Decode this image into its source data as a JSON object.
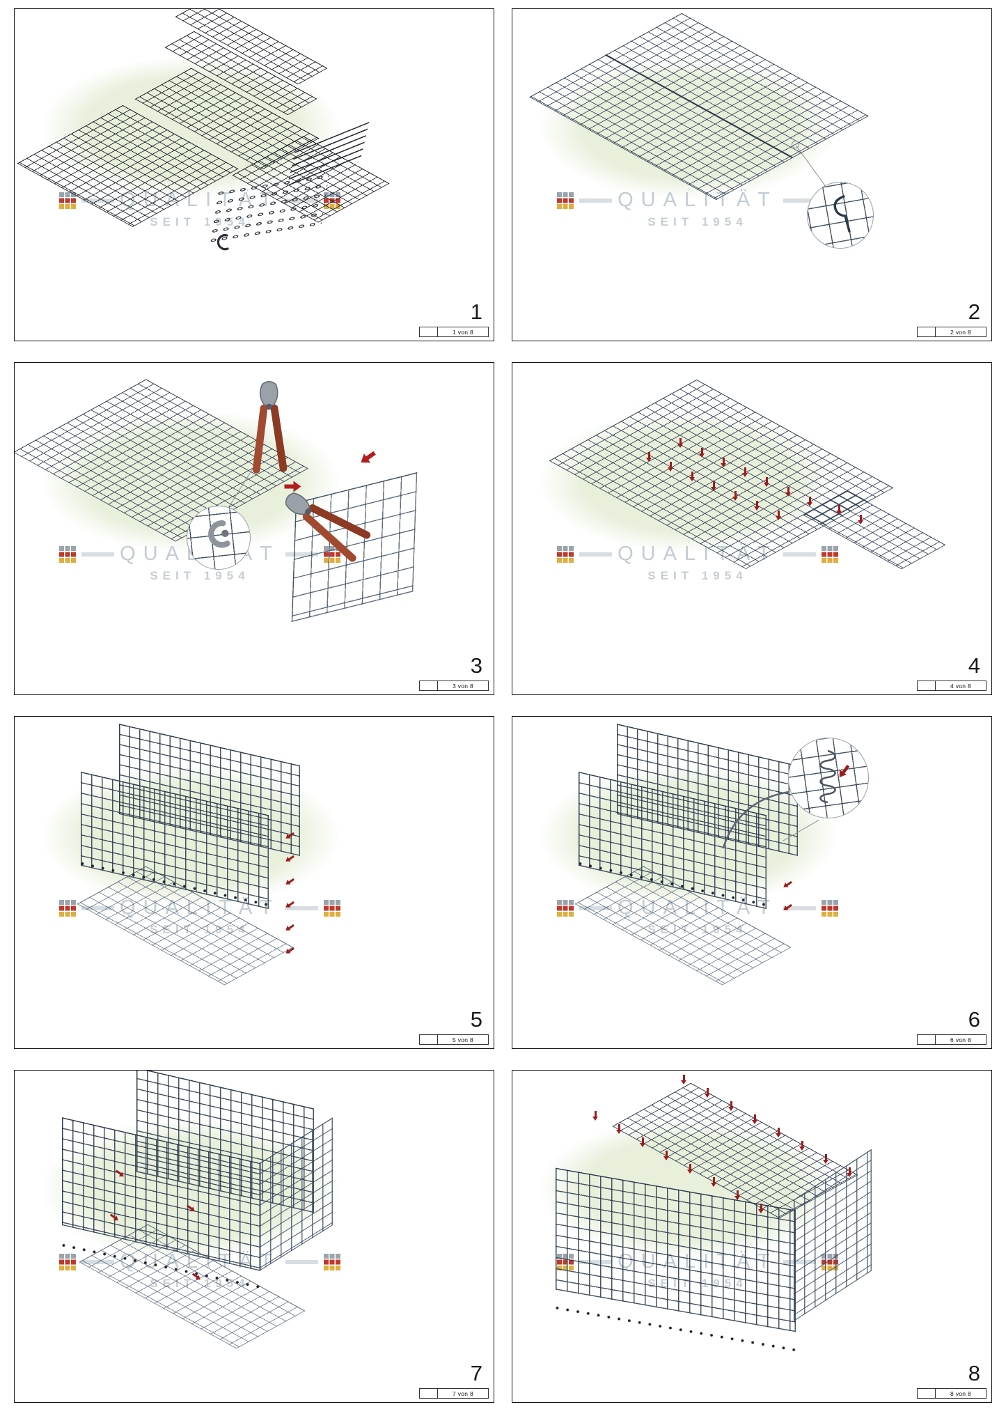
{
  "watermark": {
    "line1": "QUALITÄT",
    "line2": "SEIT 1954"
  },
  "colors": {
    "mesh_wire": "#2f3e50",
    "accent_red": "#9c1d1d",
    "watermark_ellipse": "#e8efdb",
    "watermark_text": "#c4cdd3",
    "tool_handle": "#a14a30"
  },
  "icons": {
    "red-arrow-icon": "solid red arrow",
    "brand-logo-icon": "grid of gray/red/yellow squares",
    "pliers-icon": "hog-ring pliers",
    "c-clip-icon": "C-shaped wire clip",
    "spiral-clips-icon": "rows of small spiral rings",
    "rod-pins-icon": "bundle of straight wire rods",
    "detail-circle": "magnified detail callout",
    "hook-icon": "bent wire hook",
    "clamp-icon": "metal clamp ferrule",
    "spiral-icon": "helical spiral binder",
    "wire-icon": "curved tension wire"
  },
  "panels": [
    {
      "number": "1",
      "page_label": "1 von 8"
    },
    {
      "number": "2",
      "page_label": "2 von 8"
    },
    {
      "number": "3",
      "page_label": "3 von 8"
    },
    {
      "number": "4",
      "page_label": "4 von 8"
    },
    {
      "number": "5",
      "page_label": "5 von 8"
    },
    {
      "number": "6",
      "page_label": "6 von 8"
    },
    {
      "number": "7",
      "page_label": "7 von 8"
    },
    {
      "number": "8",
      "page_label": "8 von 8"
    }
  ]
}
